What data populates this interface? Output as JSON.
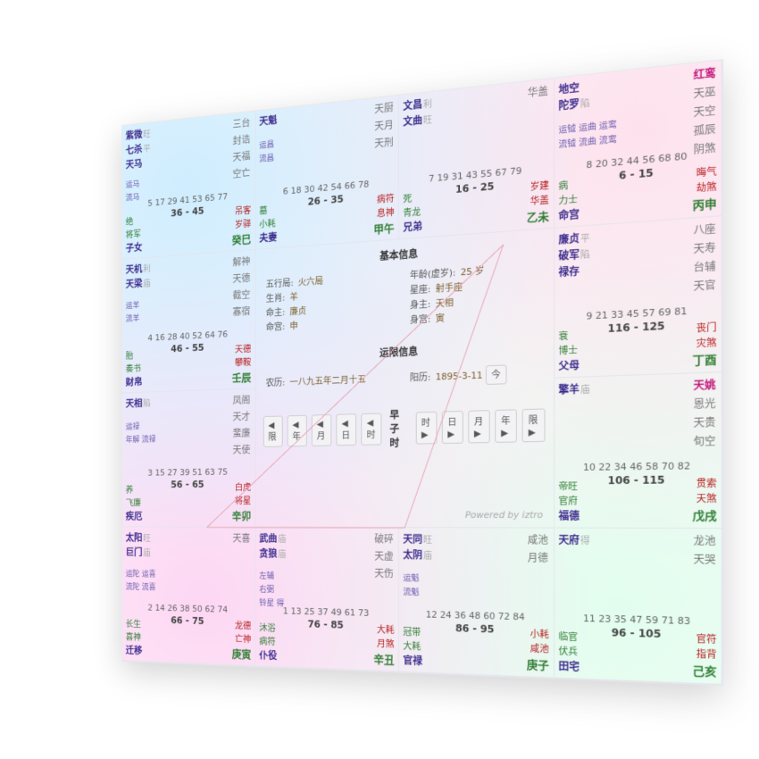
{
  "palaces": [
    {
      "id": "sisi",
      "major": [
        {
          "n": "紫微",
          "b": "旺"
        },
        {
          "n": "七杀",
          "b": "平"
        },
        {
          "n": "天马",
          "b": ""
        }
      ],
      "minor": [
        "运马",
        "流马"
      ],
      "adj": [
        "三台",
        "封诰",
        "天福",
        "空亡"
      ],
      "decs": "5 17 29 41 53 65 77",
      "range": "36 - 45",
      "c1": "绝",
      "c2": "将军",
      "name": "子女",
      "r1": "吊客",
      "r2": "岁驿",
      "hs": "癸巳"
    },
    {
      "id": "wu",
      "major": [
        {
          "n": "天魁",
          "b": ""
        }
      ],
      "minor": [
        "运昌",
        "流昌"
      ],
      "adj": [
        "天厨",
        "天月",
        "天刑"
      ],
      "decs": "6 18 30 42 54 66 78",
      "range": "26 - 35",
      "c1": "墓",
      "c2": "小耗",
      "name": "夫妻",
      "r1": "病符",
      "r2": "息神",
      "hs": "甲午"
    },
    {
      "id": "wei",
      "major": [
        {
          "n": "文昌",
          "b": "利"
        },
        {
          "n": "文曲",
          "b": "旺"
        }
      ],
      "minor": [],
      "adj": [
        "华盖"
      ],
      "decs": "7 19 31 43 55 67 79",
      "range": "16 - 25",
      "c1": "死",
      "c2": "青龙",
      "name": "兄弟",
      "r1": "岁建",
      "r2": "华盖",
      "hs": "乙未"
    },
    {
      "id": "shen",
      "major": [
        {
          "n": "地空",
          "b": ""
        },
        {
          "n": "陀罗",
          "b": "陷"
        }
      ],
      "minor": [
        "运钺 运曲 运鸾",
        "流钺 流曲 流鸾"
      ],
      "adj": [
        "红鸾",
        "天巫",
        "天空",
        "孤辰",
        "阴煞"
      ],
      "decs": "8 20 32 44 56 68 80",
      "range": "6 - 15",
      "c1": "病",
      "c2": "力士",
      "name": "命宫",
      "r1": "晦气",
      "r2": "劫煞",
      "hs": "丙申"
    },
    {
      "id": "chen",
      "major": [
        {
          "n": "天机",
          "b": "利"
        },
        {
          "n": "天梁",
          "b": "庙"
        }
      ],
      "minor": [
        "运羊",
        "流羊"
      ],
      "adj": [
        "解神",
        "天德",
        "截空",
        "寡宿"
      ],
      "decs": "4 16 28 40 52 64 76",
      "range": "46 - 55",
      "c1": "胎",
      "c2": "奏书",
      "name": "财帛",
      "r1": "天德",
      "r2": "攀鞍",
      "hs": "壬辰"
    },
    {
      "id": "you",
      "major": [
        {
          "n": "廉贞",
          "b": "平"
        },
        {
          "n": "破军",
          "b": "陷"
        },
        {
          "n": "禄存",
          "b": ""
        }
      ],
      "minor": [],
      "adj": [
        "八座",
        "天寿",
        "台辅",
        "天官"
      ],
      "decs": "9 21 33 45 57 69 81",
      "range": "116 - 125",
      "c1": "衰",
      "c2": "博士",
      "name": "父母",
      "r1": "丧门",
      "r2": "灾煞",
      "hs": "丁酉"
    },
    {
      "id": "mao",
      "major": [
        {
          "n": "天相",
          "b": "陷"
        }
      ],
      "minor": [
        "运禄",
        "年解 流禄"
      ],
      "adj": [
        "凤阁",
        "天才",
        "蜚廉",
        "天使"
      ],
      "decs": "3 15 27 39 51 63 75",
      "range": "56 - 65",
      "c1": "养",
      "c2": "飞廉",
      "name": "疾厄",
      "r1": "白虎",
      "r2": "将星",
      "hs": "辛卯"
    },
    {
      "id": "xu",
      "major": [
        {
          "n": "擎羊",
          "b": "庙"
        }
      ],
      "minor": [],
      "adj": [
        "天姚",
        "恩光",
        "天贵",
        "旬空"
      ],
      "decs": "10 22 34 46 58 70 82",
      "range": "106 - 115",
      "c1": "帝旺",
      "c2": "官府",
      "name": "福德",
      "r1": "贯索",
      "r2": "天煞",
      "hs": "戊戌"
    },
    {
      "id": "yin",
      "major": [
        {
          "n": "太阳",
          "b": "旺"
        },
        {
          "n": "巨门",
          "b": "庙"
        }
      ],
      "minor": [
        "运陀 运喜",
        "流陀 流喜"
      ],
      "adj": [
        "天喜"
      ],
      "decs": "2 14 26 38 50 62 74",
      "range": "66 - 75",
      "c1": "长生",
      "c2": "喜神",
      "name": "迁移",
      "r1": "龙德",
      "r2": "亡神",
      "hs": "庚寅"
    },
    {
      "id": "chou",
      "major": [
        {
          "n": "武曲",
          "b": "庙"
        },
        {
          "n": "贪狼",
          "b": "庙"
        }
      ],
      "minor": [
        "左辅",
        "右弼",
        "铃星 得"
      ],
      "adj": [
        "破碎",
        "天虚",
        "天伤"
      ],
      "decs": "1 13 25 37 49 61 73",
      "range": "76 - 85",
      "c1": "沐浴",
      "c2": "病符",
      "name": "仆役",
      "r1": "大耗",
      "r2": "月煞",
      "hs": "辛丑"
    },
    {
      "id": "zi",
      "major": [
        {
          "n": "天同",
          "b": "旺"
        },
        {
          "n": "太阴",
          "b": "庙"
        }
      ],
      "minor": [
        "运魁",
        "流魁"
      ],
      "adj": [
        "咸池",
        "月德"
      ],
      "decs": "12 24 36 48 60 72 84",
      "range": "86 - 95",
      "c1": "冠带",
      "c2": "大耗",
      "name": "官禄",
      "r1": "小耗",
      "r2": "咸池",
      "hs": "庚子"
    },
    {
      "id": "hai",
      "major": [
        {
          "n": "天府",
          "b": "得"
        }
      ],
      "minor": [],
      "adj": [
        "龙池",
        "天哭"
      ],
      "decs": "11 23 35 47 59 71 83",
      "range": "96 - 105",
      "c1": "临官",
      "c2": "伏兵",
      "name": "田宅",
      "r1": "官符",
      "r2": "指背",
      "hs": "己亥"
    }
  ],
  "center": {
    "title": "基本信息",
    "rows": [
      {
        "k": "五行局",
        "v": "火六局"
      },
      {
        "k": "生肖",
        "v": "羊"
      },
      {
        "k": "命主",
        "v": "廉贞"
      },
      {
        "k": "命宫",
        "v": "申"
      }
    ],
    "rows2": [
      {
        "k": "年龄(虚岁)",
        "v": "25 岁"
      },
      {
        "k": "星座",
        "v": "射手座"
      },
      {
        "k": "身主",
        "v": "天相"
      },
      {
        "k": "身宫",
        "v": "寅"
      }
    ],
    "fortune_title": "运限信息",
    "lunar_label": "农历:",
    "lunar": "一八九五年二月十五",
    "solar_label": "阳历:",
    "solar": "1895-3-11",
    "today": "今",
    "buttons": [
      "◀限",
      "◀年",
      "◀月",
      "◀日",
      "◀时",
      "早子时",
      "时▶",
      "日▶",
      "月▶",
      "年▶",
      "限▶"
    ],
    "powered": "Powered by iztro"
  }
}
